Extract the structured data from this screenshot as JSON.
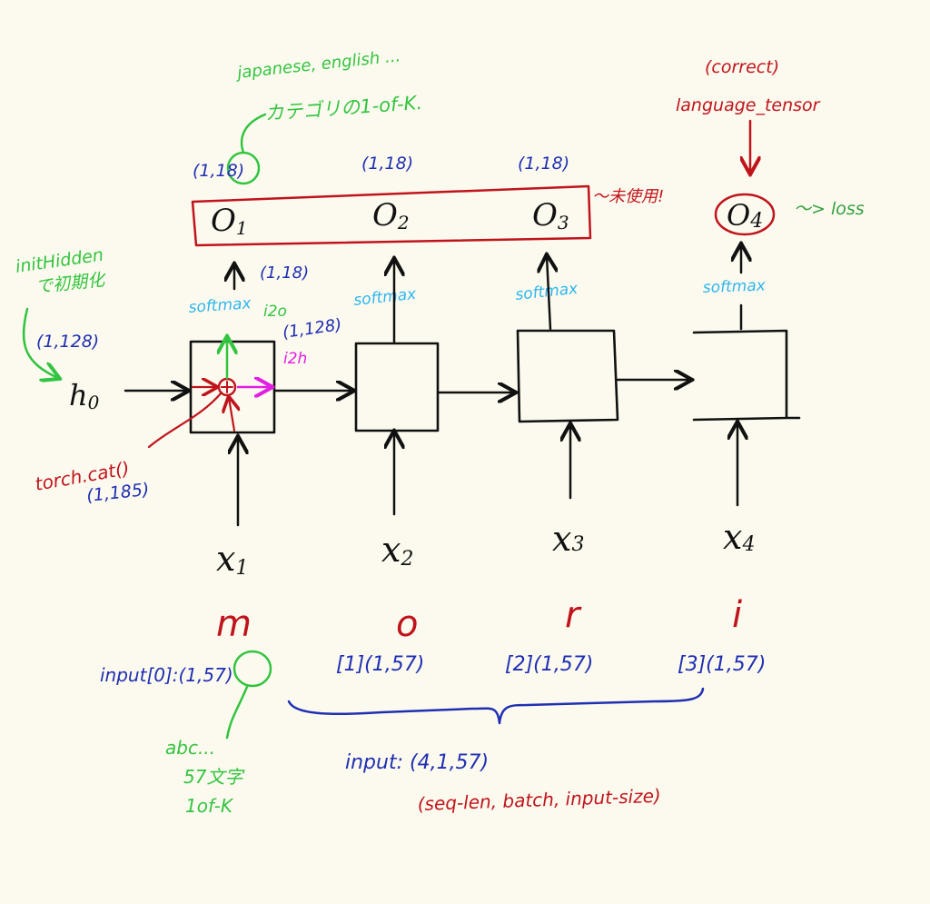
{
  "colors": {
    "background": "#fcfaee",
    "black": "#111111",
    "blue": "#1f2fb3",
    "red": "#c0141c",
    "green": "#33c440",
    "cyan": "#2fb6f0",
    "magenta": "#e21ee2"
  },
  "outputs": [
    {
      "label": "O",
      "sub": "1",
      "shape": "(1,18)"
    },
    {
      "label": "O",
      "sub": "2",
      "shape": "(1,18)"
    },
    {
      "label": "O",
      "sub": "3",
      "shape": "(1,18)"
    },
    {
      "label": "O",
      "sub": "4",
      "shape": ""
    }
  ],
  "cells": [
    {
      "input": "x",
      "sub": "1",
      "char": "m",
      "input_shape": "input[0]:(1,57)"
    },
    {
      "input": "x",
      "sub": "2",
      "char": "o",
      "input_shape": "[1](1,57)"
    },
    {
      "input": "x",
      "sub": "3",
      "char": "r",
      "input_shape": "[2](1,57)"
    },
    {
      "input": "x",
      "sub": "4",
      "char": "i",
      "input_shape": "[3](1,57)"
    }
  ],
  "softmax_label": "softmax",
  "hidden": {
    "label": "h",
    "sub": "0",
    "shape": "(1,128)",
    "note_line1": "initHidden",
    "note_line2": "で初期化"
  },
  "cell1": {
    "i2o": "i2o",
    "i2h": "i2h",
    "i2o_shape": "(1,18)",
    "i2h_shape": "(1,128)",
    "cat_label": "torch.cat()",
    "cat_shape": "(1,185)"
  },
  "annotations": {
    "category_line1": "japanese, english ...",
    "category_line2": "カテゴリの1-of-K.",
    "unused": "～未使用!",
    "target_line1": "(correct)",
    "target_line2": "language_tensor",
    "loss": "～> loss",
    "vocab_line1": "abc...",
    "vocab_line2": "57文字",
    "vocab_line3": "1of-K",
    "input_total": "input: (4,1,57)",
    "input_dims": "(seq-len, batch, input-size)"
  }
}
